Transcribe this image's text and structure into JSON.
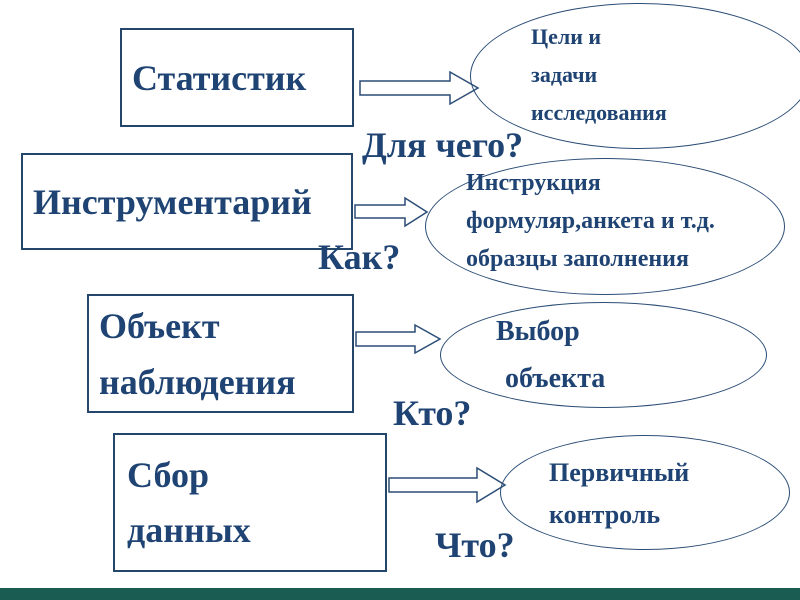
{
  "colors": {
    "background": "#ffffff",
    "text": "#1f4473",
    "outline": "#2b4d76",
    "box_border": "#24466b",
    "footer": "#1a5b52"
  },
  "rows": [
    {
      "box_lines": [
        "Статистик"
      ],
      "question": "Для чего?",
      "ellipse_lines": [
        "Цели и",
        "задачи",
        "исследования"
      ]
    },
    {
      "box_lines": [
        "Инструментарий"
      ],
      "question": "Как?",
      "ellipse_lines": [
        "Инструкция",
        "формуляр,анкета и т.д.",
        "образцы заполнения"
      ]
    },
    {
      "box_lines": [
        "Объект",
        "наблюдения"
      ],
      "question": "Кто?",
      "ellipse_lines": [
        "Выбор",
        "объекта"
      ]
    },
    {
      "box_lines": [
        "Сбор",
        "данных"
      ],
      "question": "Что?",
      "ellipse_lines": [
        "Первичный",
        "контроль"
      ]
    }
  ]
}
